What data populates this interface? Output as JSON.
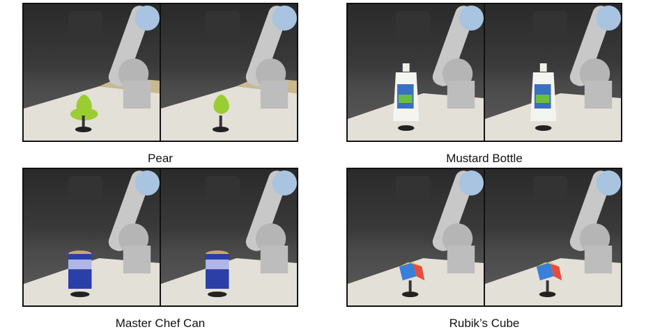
{
  "panels": [
    {
      "caption": "Pear",
      "object_color": "#9acd32",
      "object_shape": "pear"
    },
    {
      "caption": "Mustard Bottle",
      "object_color": "#f4f4f0",
      "object_shape": "bottle"
    },
    {
      "caption": "Master Chef Can",
      "object_color": "#2a3fa8",
      "object_shape": "can"
    },
    {
      "caption": "Rubik’s Cube",
      "object_color": "#e84c3d",
      "object_shape": "cube"
    }
  ],
  "colors": {
    "wall": "#2f2f2f",
    "table": "#d9d4c8",
    "table_edge": "#c9b98f",
    "robot_arm": "#c8c8c8",
    "robot_joint": "#a8c4e0",
    "hand": "#333333"
  }
}
